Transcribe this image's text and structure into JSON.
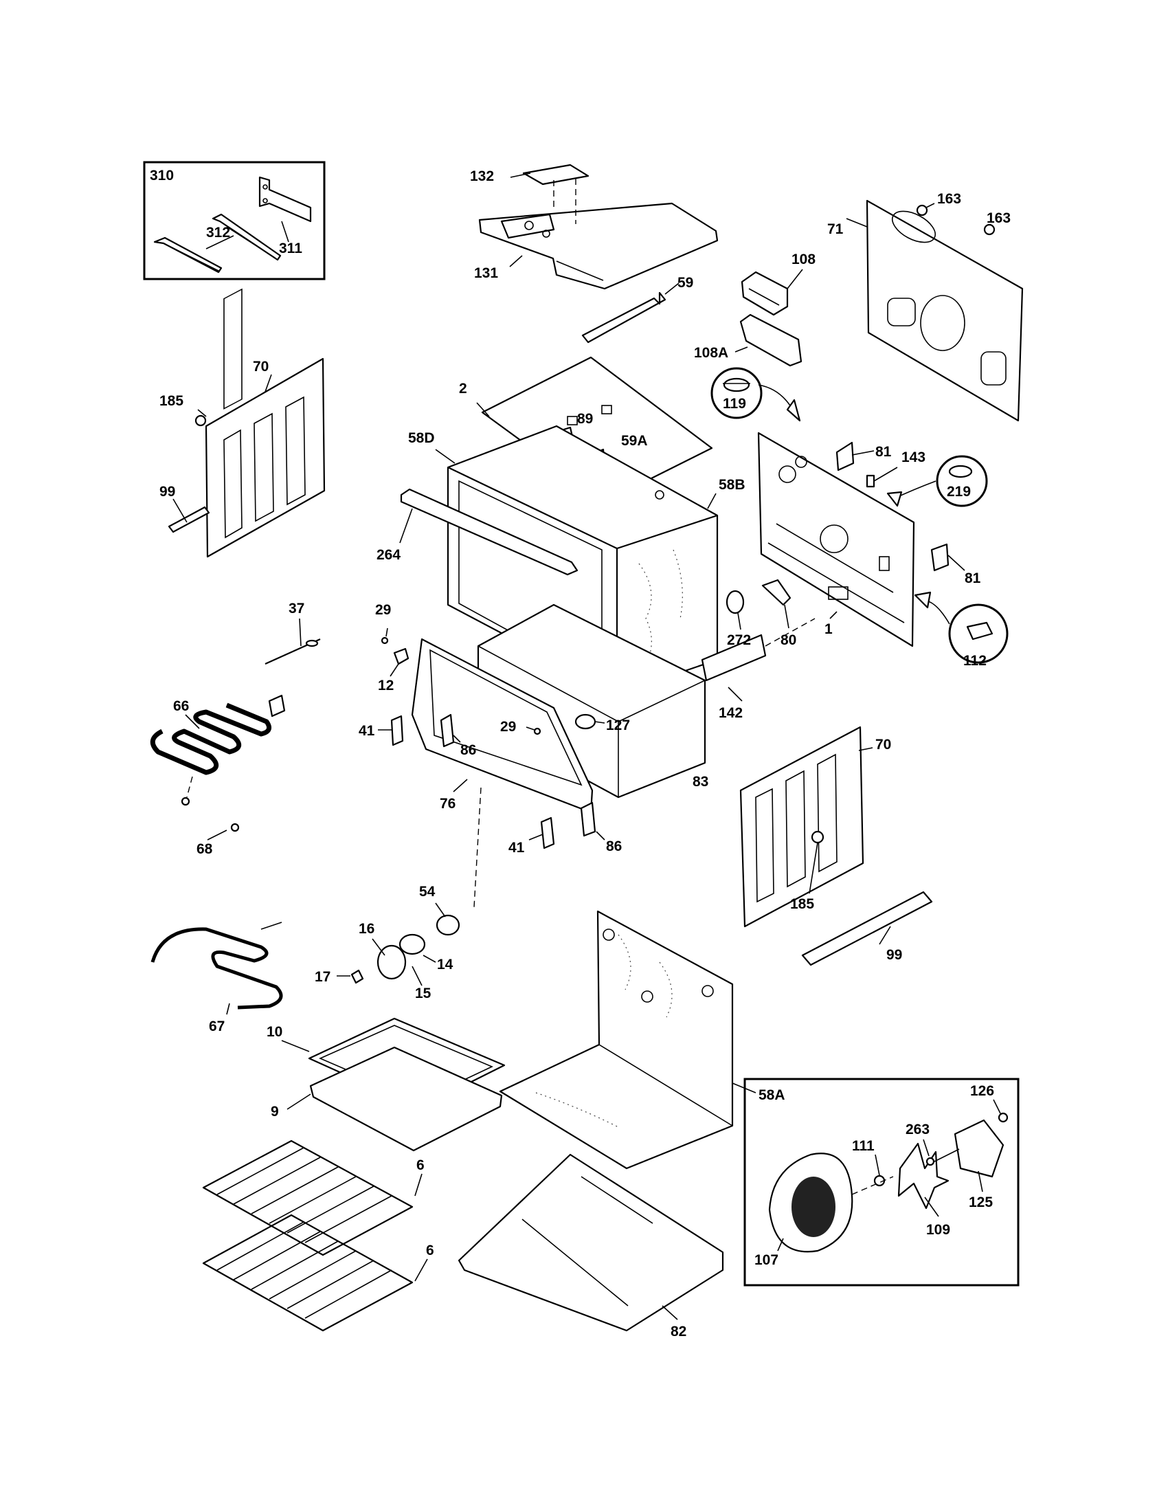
{
  "labels": {
    "l310": "310",
    "l312": "312",
    "l311": "311",
    "l132": "132",
    "l131": "131",
    "l59": "59",
    "l163a": "163",
    "l163b": "163",
    "l71": "71",
    "l108": "108",
    "l108a": "108A",
    "l119": "119",
    "l70a": "70",
    "l185a": "185",
    "l99a": "99",
    "l2": "2",
    "l89": "89",
    "l59a": "59A",
    "l58d": "58D",
    "l58b": "58B",
    "l264": "264",
    "l81a": "81",
    "l143": "143",
    "l219": "219",
    "l81b": "81",
    "l37": "37",
    "l29a": "29",
    "l12": "12",
    "l272": "272",
    "l80": "80",
    "l1": "1",
    "l112": "112",
    "l66": "66",
    "l29b": "29",
    "l127": "127",
    "l142": "142",
    "l41a": "41",
    "l86a": "86",
    "l76": "76",
    "l83": "83",
    "l68": "68",
    "l41b": "41",
    "l86b": "86",
    "l70b": "70",
    "l185b": "185",
    "l99b": "99",
    "l54": "54",
    "l16": "16",
    "l14": "14",
    "l17": "17",
    "l15": "15",
    "l67": "67",
    "l10": "10",
    "l9": "9",
    "l58a": "58A",
    "l126": "126",
    "l263": "263",
    "l111": "111",
    "l125": "125",
    "l109": "109",
    "l6a": "6",
    "l6b": "6",
    "l107": "107",
    "l82": "82"
  }
}
